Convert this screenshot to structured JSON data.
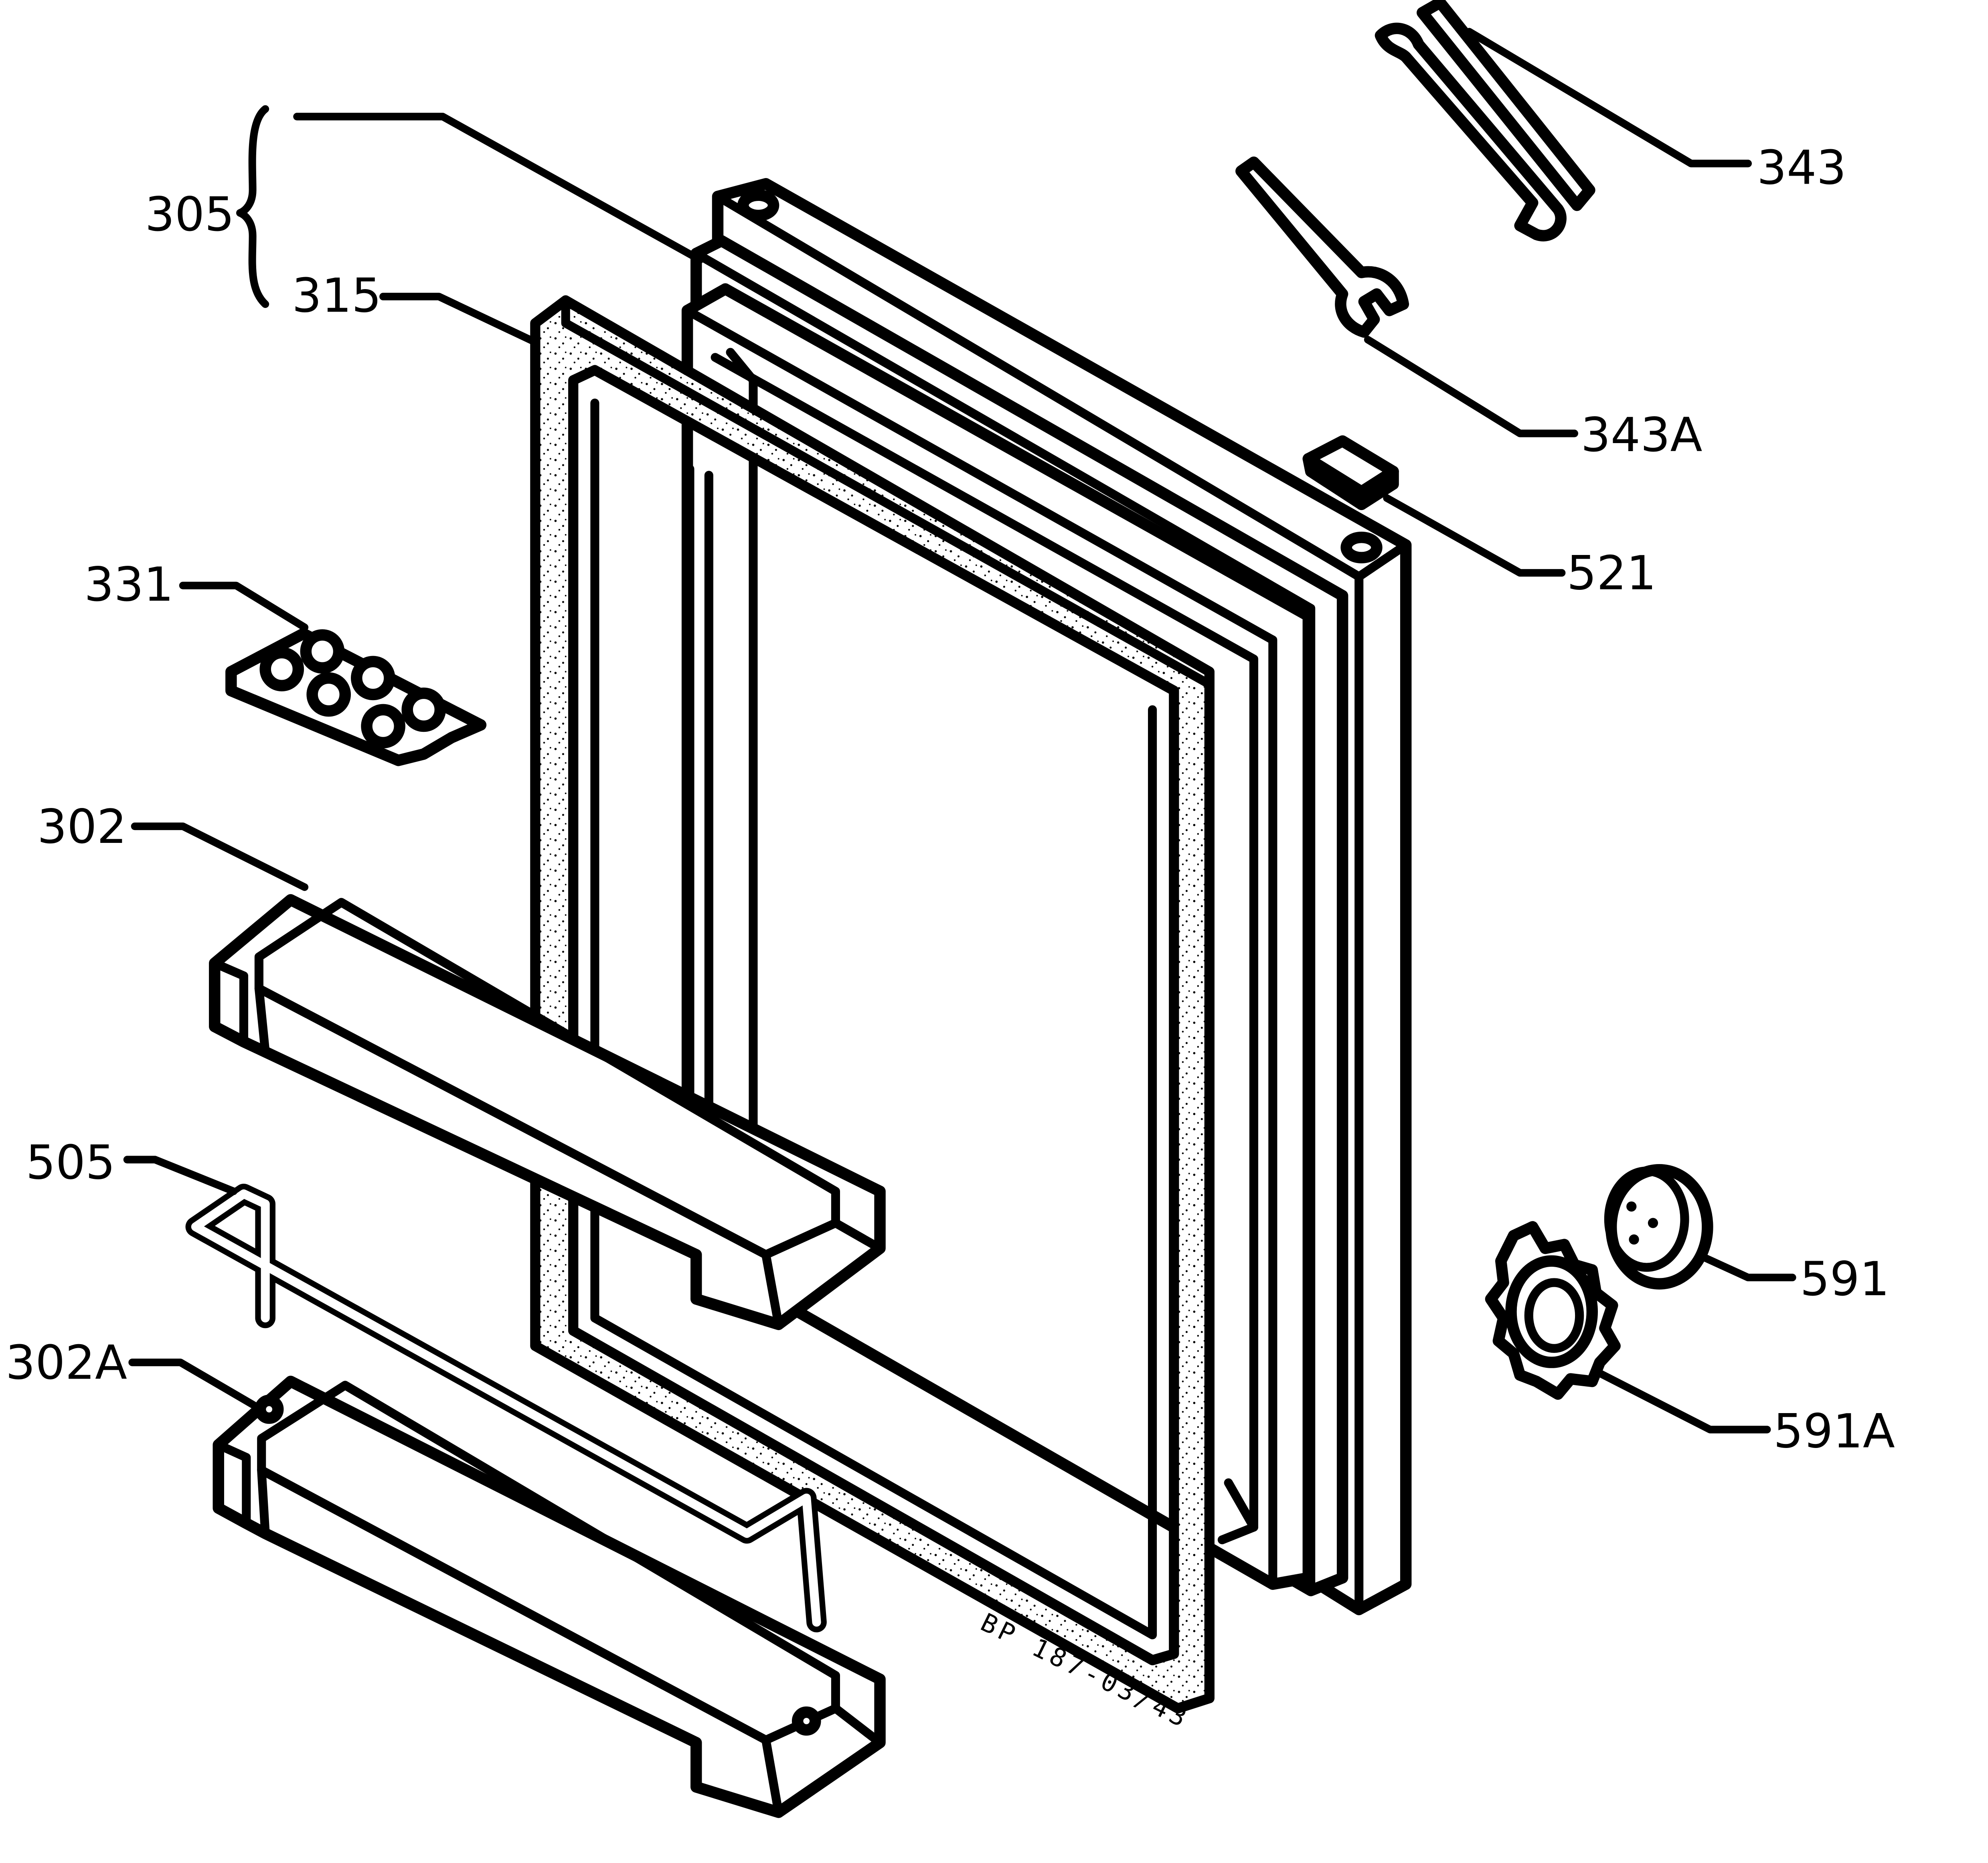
{
  "labels": {
    "l305": "305",
    "l315": "315",
    "l331": "331",
    "l302": "302",
    "l505": "505",
    "l302a": "302A",
    "l343": "343",
    "l343a": "343A",
    "l521": "521",
    "l591": "591",
    "l591a": "591A"
  },
  "drawing_code": "BP 187-03/43"
}
